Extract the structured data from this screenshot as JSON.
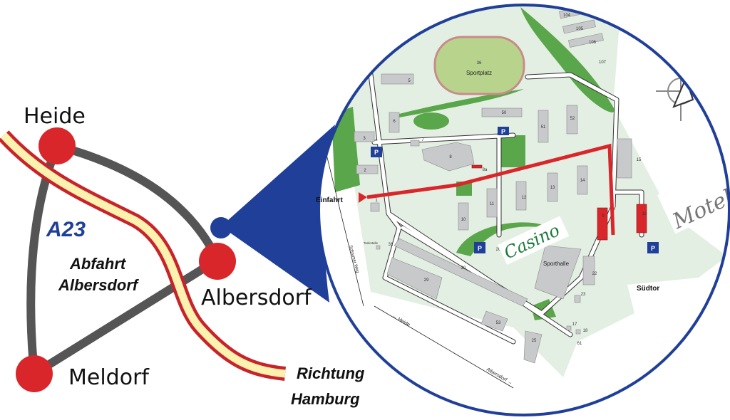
{
  "overview": {
    "highway": "A23",
    "exit": [
      "Abfahrt",
      "Albersdorf"
    ],
    "direction": [
      "Richtung",
      "Hamburg"
    ],
    "cities": {
      "heide": "Heide",
      "albersdorf": "Albersdorf",
      "meldorf": "Meldorf"
    }
  },
  "detail": {
    "entrance": "Einfahrt",
    "south_gate": "Südtor",
    "sportplatz_number": "36",
    "sportplatz": "Sportplatz",
    "sporthalle": "Sporthalle",
    "tankstelle": "Tankstelle",
    "street_schrumer": "Schrumer Weg",
    "to_heide": "← Heide",
    "to_albersdorf": "Albersdorf →",
    "parking": "P",
    "casino": "Casino",
    "motel": "Motel",
    "buildings": [
      "1",
      "2",
      "3",
      "5",
      "6",
      "7",
      "8",
      "8a",
      "9",
      "10",
      "11",
      "12",
      "13",
      "14",
      "15",
      "16",
      "17",
      "18",
      "20",
      "22",
      "23",
      "25",
      "29",
      "30",
      "31",
      "50",
      "51",
      "52",
      "53",
      "61",
      "104",
      "105",
      "106",
      "107"
    ]
  },
  "colors": {
    "map_bg": "#e3efe3",
    "green": "#5aa64a",
    "route": "#d9262b",
    "ring": "#1f3f99",
    "city_dot": "#d9262b",
    "highway_fill": "#fbf2b0"
  }
}
